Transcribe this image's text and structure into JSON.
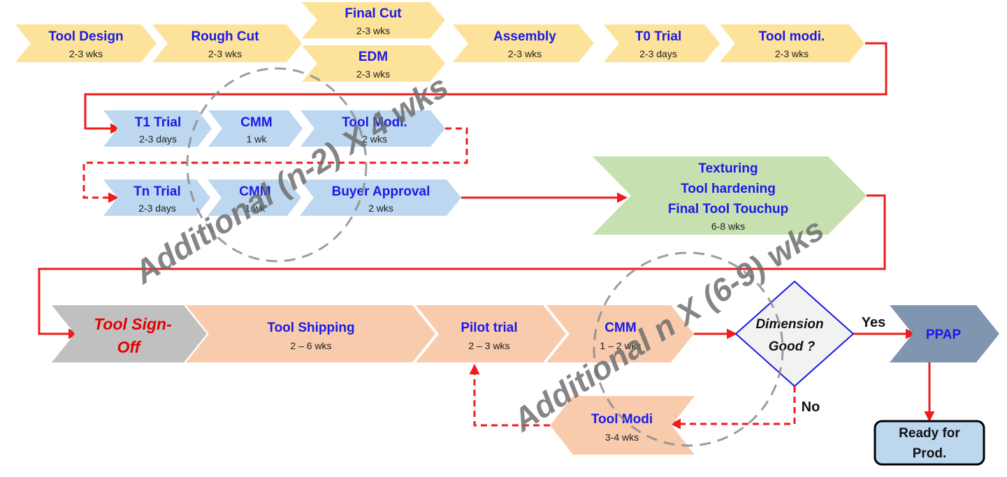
{
  "stages": {
    "tool_design": {
      "title": "Tool Design",
      "duration": "2-3 wks"
    },
    "rough_cut": {
      "title": "Rough Cut",
      "duration": "2-3 wks"
    },
    "final_cut": {
      "title": "Final Cut",
      "duration": "2-3 wks"
    },
    "edm": {
      "title": "EDM",
      "duration": "2-3 wks"
    },
    "assembly": {
      "title": "Assembly",
      "duration": "2-3 wks"
    },
    "t0_trial": {
      "title": "T0 Trial",
      "duration": "2-3 days"
    },
    "tool_modi_1": {
      "title": "Tool modi.",
      "duration": "2-3 wks"
    },
    "t1_trial": {
      "title": "T1 Trial",
      "duration": "2-3 days"
    },
    "cmm_1": {
      "title": "CMM",
      "duration": "1 wk"
    },
    "tool_modi_2": {
      "title": "Tool Modi.",
      "duration": "2 wks"
    },
    "tn_trial": {
      "title": "Tn Trial",
      "duration": "2-3 days"
    },
    "cmm_2": {
      "title": "CMM",
      "duration": "1 wk"
    },
    "buyer_approval": {
      "title": "Buyer Approval",
      "duration": "2 wks"
    },
    "finishing": {
      "line1": "Texturing",
      "line2": "Tool hardening",
      "line3": "Final Tool Touchup",
      "duration": "6-8 wks"
    },
    "tool_signoff": {
      "line1": "Tool Sign-",
      "line2": "Off"
    },
    "tool_shipping": {
      "title": "Tool Shipping",
      "duration": "2 – 6 wks"
    },
    "pilot_trial": {
      "title": "Pilot trial",
      "duration": "2 – 3 wks"
    },
    "cmm_3": {
      "title": "CMM",
      "duration": "1 – 2 wks"
    },
    "tool_modi_3": {
      "title": "Tool Modi",
      "duration": "3-4 wks"
    },
    "ppap": {
      "title": "PPAP"
    }
  },
  "decision": {
    "line1": "Dimension",
    "line2": "Good ?",
    "yes": "Yes",
    "no": "No"
  },
  "ready": {
    "line1": "Ready for",
    "line2": "Prod."
  },
  "watermarks": {
    "loop1": "Additional (n-2) X 4 wks",
    "loop2": "Additional n X (6-9) wks"
  },
  "colors": {
    "yellow": "#fde29a",
    "blue": "#bcd7ef",
    "green": "#c6e0b0",
    "gray": "#c0c0c0",
    "salmon": "#f8cbad",
    "steel": "#8096b0",
    "ready_fill": "#bdd7ee",
    "arrow_red": "#ee1c1c",
    "title_blue": "#1a1ae6"
  }
}
